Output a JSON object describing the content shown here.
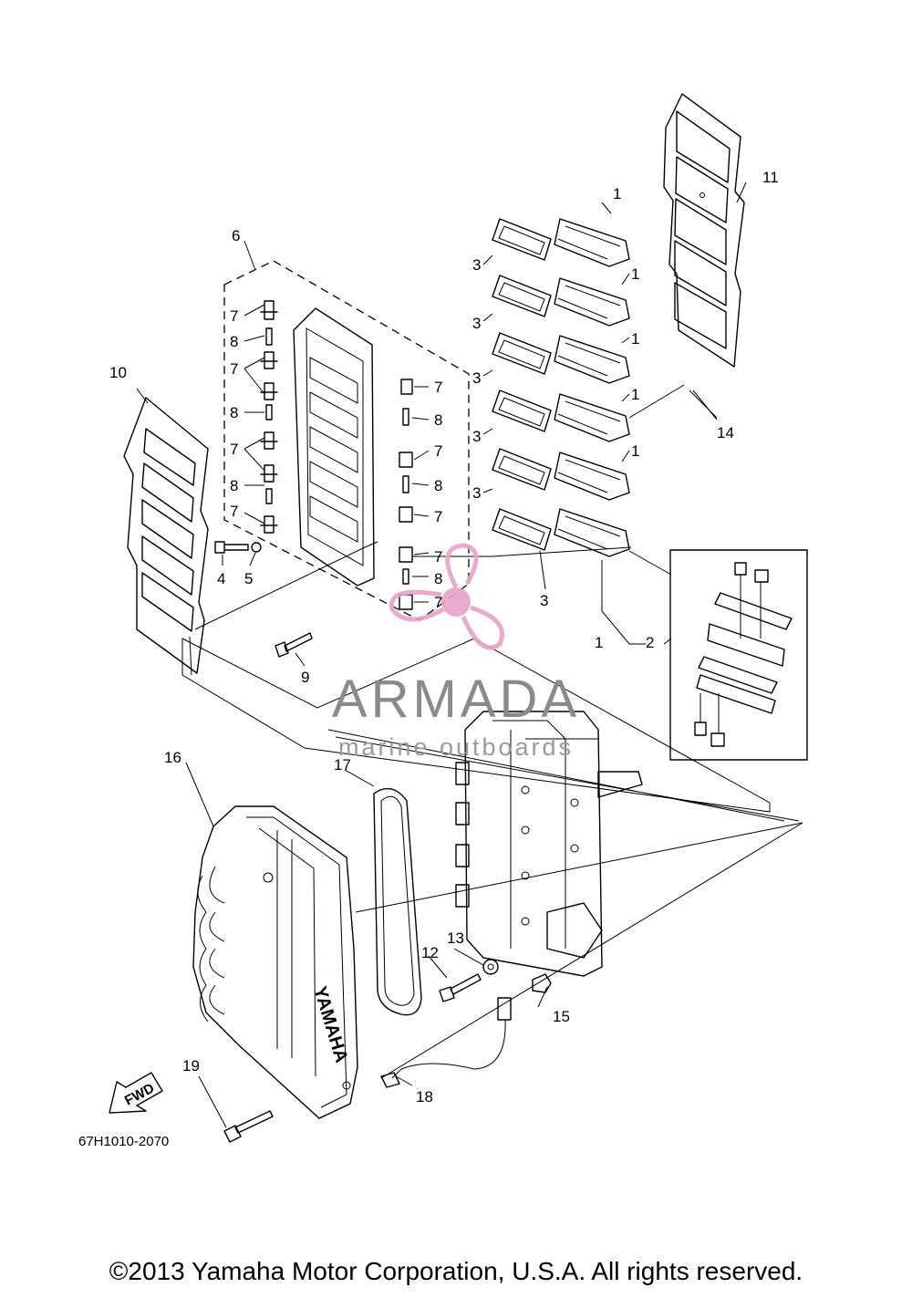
{
  "callouts": {
    "c1": "1",
    "c2": "2",
    "c3": "3",
    "c4": "4",
    "c5": "5",
    "c6": "6",
    "c7": "7",
    "c8": "8",
    "c9": "9",
    "c10": "10",
    "c11": "11",
    "c12": "12",
    "c13": "13",
    "c14": "14",
    "c15": "15",
    "c16": "16",
    "c17": "17",
    "c18": "18",
    "c19": "19"
  },
  "watermark": {
    "brand": "ARMADA",
    "tagline": "marine outboards"
  },
  "cover_brand": "YAMAHA",
  "fwd_label": "FWD",
  "diagram_code": "67H1010-2070",
  "copyright": "©2013 Yamaha Motor Corporation, U.S.A. All rights reserved.",
  "colors": {
    "line": "#000000",
    "watermark_logo": "#e6a3c8",
    "watermark_text": "#8a8a8a"
  }
}
